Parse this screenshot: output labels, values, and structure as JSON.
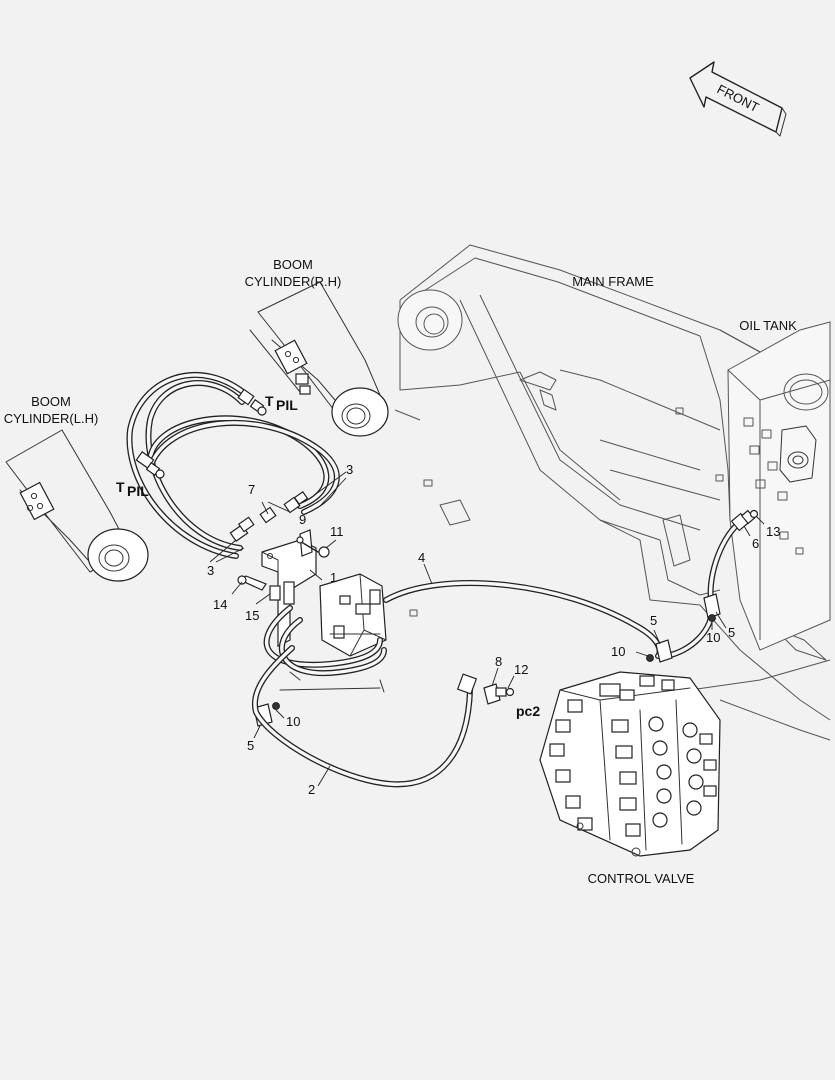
{
  "labels": {
    "front": "FRONT",
    "boom_rh_line1": "BOOM",
    "boom_rh_line2": "CYLINDER(R.H)",
    "boom_lh_line1": "BOOM",
    "boom_lh_line2": "CYLINDER(L.H)",
    "main_frame": "MAIN FRAME",
    "oil_tank": "OIL TANK",
    "control_valve": "CONTROL VALVE"
  },
  "ports": {
    "rh_t": "T",
    "rh_pil": "PIL",
    "lh_t": "T",
    "lh_pil": "PIL",
    "pc2": "pc2"
  },
  "callouts": {
    "c1": "1",
    "c2": "2",
    "c3a": "3",
    "c3b": "3",
    "c4": "4",
    "c5a": "5",
    "c5b": "5",
    "c5c": "5",
    "c6": "6",
    "c7": "7",
    "c8": "8",
    "c9": "9",
    "c10a": "10",
    "c10b": "10",
    "c10c": "10",
    "c11": "11",
    "c12": "12",
    "c13": "13",
    "c14": "14",
    "c15": "15"
  }
}
